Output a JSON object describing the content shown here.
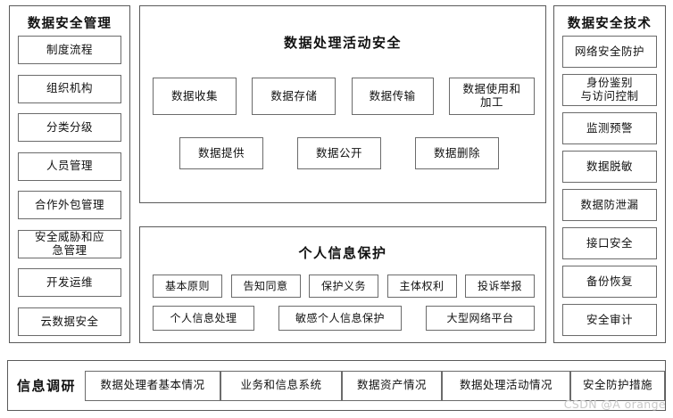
{
  "left_column": {
    "title": "数据安全管理",
    "items": [
      {
        "label": "制度流程"
      },
      {
        "label": "组织机构"
      },
      {
        "label": "分类分级"
      },
      {
        "label": "人员管理"
      },
      {
        "label": "合作外包管理"
      },
      {
        "label": "安全威胁和应\n急管理"
      },
      {
        "label": "开发运维"
      },
      {
        "label": "云数据安全"
      }
    ]
  },
  "right_column": {
    "title": "数据安全技术",
    "items": [
      {
        "label": "网络安全防护"
      },
      {
        "label": "身份鉴别\n与访问控制"
      },
      {
        "label": "监测预警"
      },
      {
        "label": "数据脱敏"
      },
      {
        "label": "数据防泄漏"
      },
      {
        "label": "接口安全"
      },
      {
        "label": "备份恢复"
      },
      {
        "label": "安全审计"
      }
    ]
  },
  "center_top": {
    "title": "数据处理活动安全",
    "row1": [
      {
        "label": "数据收集"
      },
      {
        "label": "数据存储"
      },
      {
        "label": "数据传输"
      },
      {
        "label": "数据使用和\n加工"
      }
    ],
    "row2": [
      {
        "label": "数据提供"
      },
      {
        "label": "数据公开"
      },
      {
        "label": "数据删除"
      }
    ]
  },
  "center_bottom": {
    "title": "个人信息保护",
    "row1": [
      {
        "label": "基本原则"
      },
      {
        "label": "告知同意"
      },
      {
        "label": "保护义务"
      },
      {
        "label": "主体权利"
      },
      {
        "label": "投诉举报"
      }
    ],
    "row2": [
      {
        "label": "个人信息处理"
      },
      {
        "label": "敏感个人信息保护"
      },
      {
        "label": "大型网络平台"
      }
    ]
  },
  "bottom_bar": {
    "title": "信息调研",
    "items": [
      {
        "label": "数据处理者基本情况"
      },
      {
        "label": "业务和信息系统"
      },
      {
        "label": "数据资产情况"
      },
      {
        "label": "数据处理活动情况"
      },
      {
        "label": "安全防护措施"
      }
    ]
  },
  "watermark": {
    "text": "CSDN @A orange"
  },
  "colors": {
    "background": "#ffffff",
    "panel_border": "#5a5a5a",
    "box_border": "#6b6b6b",
    "text": "#111111",
    "watermark": "#c9c9c9"
  }
}
